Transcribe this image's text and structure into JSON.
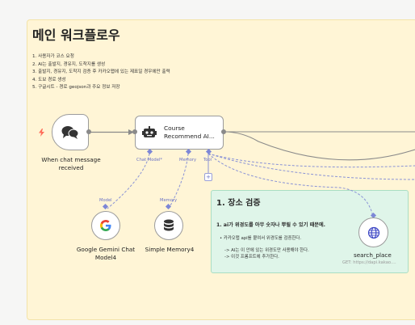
{
  "sticky": {
    "title": "메인 워크플로우",
    "steps": [
      "1. 사용자가 코스 요청",
      "2. AI는 출발지, 경유지, 도착지를 생성",
      "3. 출발지, 경유지, 도착지 검증 후 카카오맵에 있는 제표일 경우에만 출력",
      "4. 도보 경로 생성",
      "5. 구글시트 - 경로 geojson과 주요 정보 저장"
    ]
  },
  "nodes": {
    "trigger": {
      "caption_line1": "When chat message",
      "caption_line2": "received",
      "icon": "chat-bubbles-icon"
    },
    "agent": {
      "label_line1": "Course",
      "label_line2": "Recommend AI...",
      "icon": "robot-icon"
    },
    "gemini": {
      "caption_line1": "Google Gemini Chat",
      "caption_line2": "Model4",
      "icon": "google-icon"
    },
    "memory": {
      "caption": "Simple Memory4",
      "icon": "database-icon"
    },
    "search": {
      "caption": "search_place",
      "subtitle": "GET: https://dapi.kakao....",
      "icon": "globe-icon"
    }
  },
  "ports": {
    "chat_model": "Chat Model*",
    "memory": "Memory",
    "tool": "Tool",
    "model_input": "Model",
    "memory_input": "Memory",
    "add": "+"
  },
  "note": {
    "title": "1. 장소 검증",
    "bold_line": "1. ai가 위경도를 아무 숫자나 뿌릴 수 있기 때문에.",
    "bullet": "•  카카오맵 api를 붙여서 위경도를 검증한다.",
    "sub1": "-> AI는 이 안에 있는 위경도만 사용해야 한다.",
    "sub2": "-> 이것 프롬프트에 추가한다."
  },
  "colors": {
    "canvas": "#f6f6f5",
    "sticky_yellow": "#fff5d6",
    "sticky_green": "#dff5e9",
    "ai_port": "#7d87d6",
    "trigger_bolt": "#ff6d5a"
  }
}
